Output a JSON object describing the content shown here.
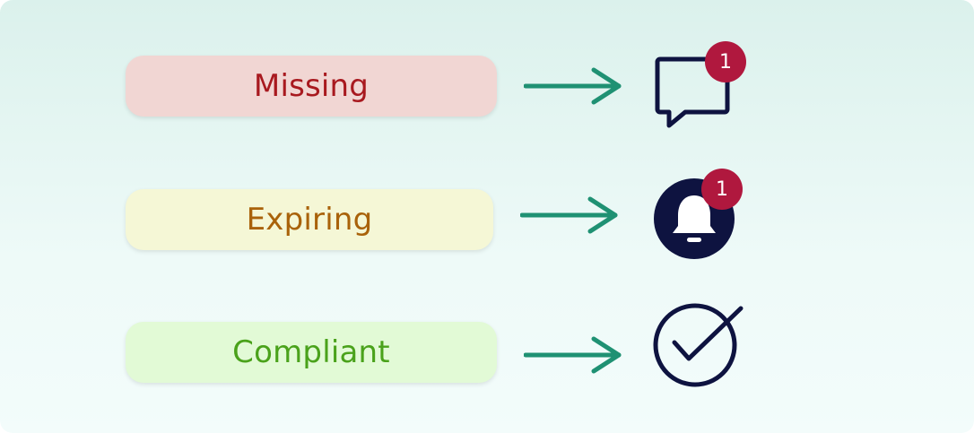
{
  "statuses": [
    {
      "label": "Missing",
      "text_color": "#a8191f",
      "bg_color": "#f1d6d3",
      "icon": "chat-bubble-icon",
      "badge": "1"
    },
    {
      "label": "Expiring",
      "text_color": "#a9620a",
      "bg_color": "#f5f7d6",
      "icon": "bell-icon",
      "badge": "1"
    },
    {
      "label": "Compliant",
      "text_color": "#4aa21b",
      "bg_color": "#e2fad6",
      "icon": "check-circle-icon"
    }
  ],
  "colors": {
    "arrow": "#1f9173",
    "icon": "#0e1340",
    "badge": "#b0183e"
  }
}
